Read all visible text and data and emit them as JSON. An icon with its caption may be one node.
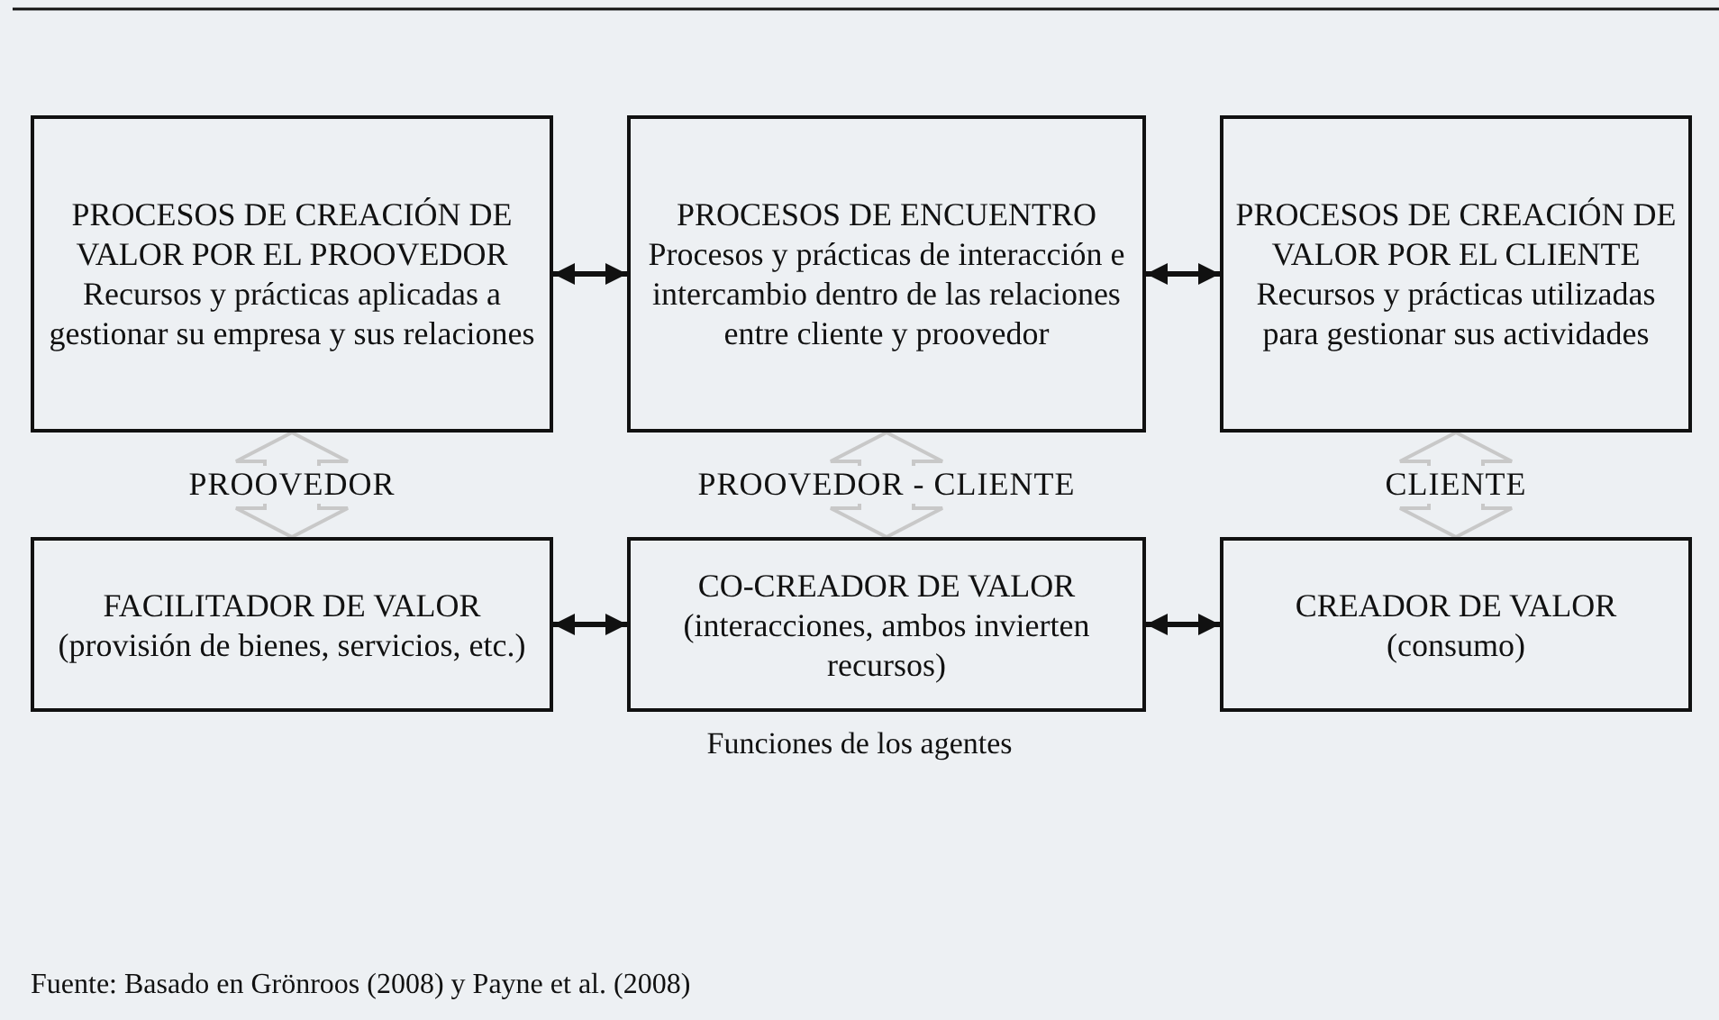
{
  "diagram": {
    "caption": "Fuente: Basado en Grönroos (2008) y Payne et al. (2008)",
    "nodes": [
      {
        "text": [
          "PROCESOS DE CREACIÓN DE VALOR POR EL PROOVEDOR",
          "Recursos y prácticas aplicadas a gestionar su empresa y sus relaciones"
        ]
      },
      {
        "text": [
          "PROCESOS DE ENCUENTRO",
          "Procesos y prácticas de interacción e intercambio dentro de las relaciones entre cliente y proovedor"
        ]
      },
      {
        "text": [
          "PROCESOS DE CREACIÓN DE VALOR POR EL CLIENTE",
          "Recursos y prácticas utilizadas para gestionar sus actividades"
        ]
      },
      {
        "text": [
          "FACILITADOR DE VALOR",
          "(provisión de bienes, servicios, etc.)"
        ]
      },
      {
        "text": [
          "CO-CREADOR DE VALOR",
          "(interacciones, ambos invierten recursos)"
        ]
      },
      {
        "text": [
          "CREADOR DE VALOR",
          "(consumo)"
        ]
      }
    ],
    "edges": [
      {
        "from": 0,
        "to": 1,
        "arrow": "both"
      },
      {
        "from": 1,
        "to": 2,
        "arrow": "both"
      },
      {
        "from": 3,
        "to": 4,
        "arrow": "both"
      },
      {
        "from": 4,
        "to": 5,
        "arrow": "both"
      },
      {
        "from": 0,
        "to": 3,
        "arrow": "both",
        "label": "PROOVEDOR",
        "style": "thick",
        "color": "#c8c8c8"
      },
      {
        "from": 1,
        "to": 4,
        "arrow": "both",
        "label": "PROOVEDOR - CLIENTE",
        "style": "thick",
        "color": "#c8c8c8"
      },
      {
        "from": 2,
        "to": 5,
        "arrow": "both",
        "label": "CLIENTE",
        "style": "thick",
        "color": "#c8c8c8"
      }
    ],
    "labels": [
      "Funciones de los agentes"
    ]
  }
}
